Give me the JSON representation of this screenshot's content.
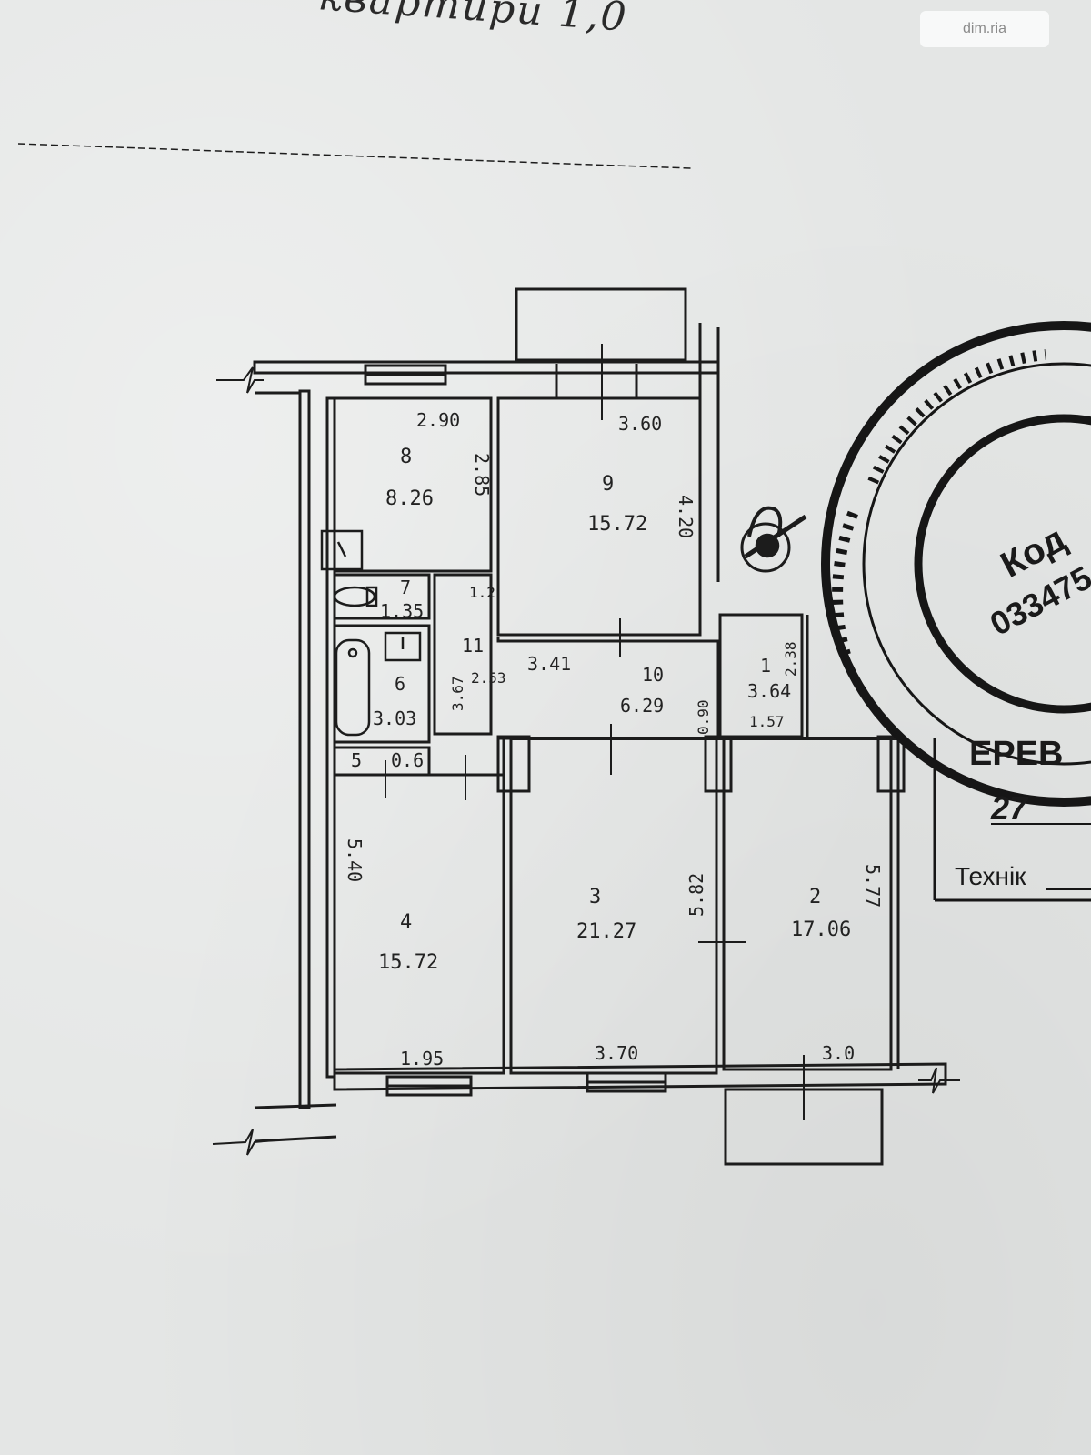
{
  "header": {
    "handwriting": "квартири 1,0",
    "watermark": "dim.ria"
  },
  "stamp": {
    "code_label": "Код",
    "code_value": "033475",
    "box_title": "ЕРЕВ",
    "box_number": "27",
    "technician_label": "Технік"
  },
  "rooms": [
    {
      "number": "8",
      "area": "8.26"
    },
    {
      "number": "9",
      "area": "15.72"
    },
    {
      "number": "7",
      "area": "1.35"
    },
    {
      "number": "6",
      "area": "3.03"
    },
    {
      "number": "5",
      "area": "0.6"
    },
    {
      "number": "11",
      "area": "3.67"
    },
    {
      "number": "10",
      "area": "6.29"
    },
    {
      "number": "1",
      "area": "3.64"
    },
    {
      "number": "4",
      "area": "15.72"
    },
    {
      "number": "3",
      "area": "21.27"
    },
    {
      "number": "2",
      "area": "17.06"
    }
  ],
  "dimensions": {
    "d1": "2.90",
    "d2": "3.60",
    "d3": "2.85",
    "d4": "4.20",
    "d5": "1.2",
    "d6": "2.53",
    "d7": "3.41",
    "d8": "0.90",
    "d9": "2.38",
    "d10": "1.57",
    "d11": "5.40",
    "d12": "5.82",
    "d13": "5.77",
    "d14": "1.95",
    "d15": "3.70",
    "d16": "3.0"
  },
  "colors": {
    "ink": "#1c1c1c",
    "paper": "#e4e6e5",
    "stamp": "#161616"
  },
  "icons": [
    "toilet-icon",
    "bathtub-icon",
    "sink-icon",
    "stove-icon",
    "meter-icon"
  ]
}
